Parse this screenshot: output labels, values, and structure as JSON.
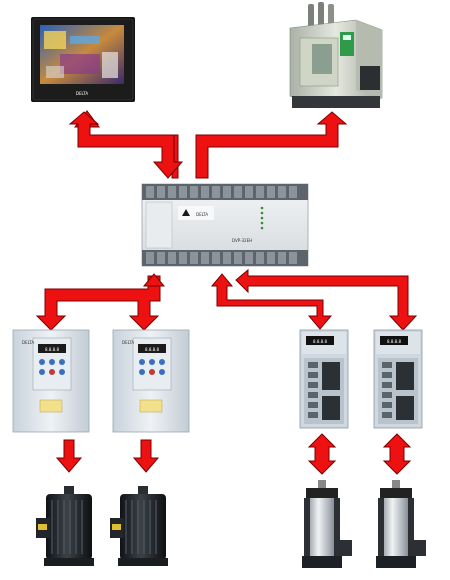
{
  "devices": {
    "hmi": {
      "brand": "DELTA"
    },
    "plc": {
      "brand": "DELTA",
      "model": "DVP-32EH"
    },
    "vfd_1": {
      "brand": "DELTA",
      "display": "8.8.8.8"
    },
    "vfd_2": {
      "brand": "DELTA",
      "display": "8.8.8.8"
    },
    "servo_1": {
      "display": "8.8.8.8"
    },
    "servo_2": {
      "display": "8.8.8.8"
    }
  },
  "colors": {
    "arrow_fill": "#ee1111",
    "arrow_stroke": "#7a0000",
    "device_body": "#dfe7ee",
    "motor_dark": "#1e2226"
  },
  "icons": [
    "hmi-touch-panel-icon",
    "cnc-machine-icon",
    "plc-controller-icon",
    "vfd-drive-icon",
    "servo-drive-icon",
    "induction-motor-icon",
    "servo-motor-icon"
  ]
}
